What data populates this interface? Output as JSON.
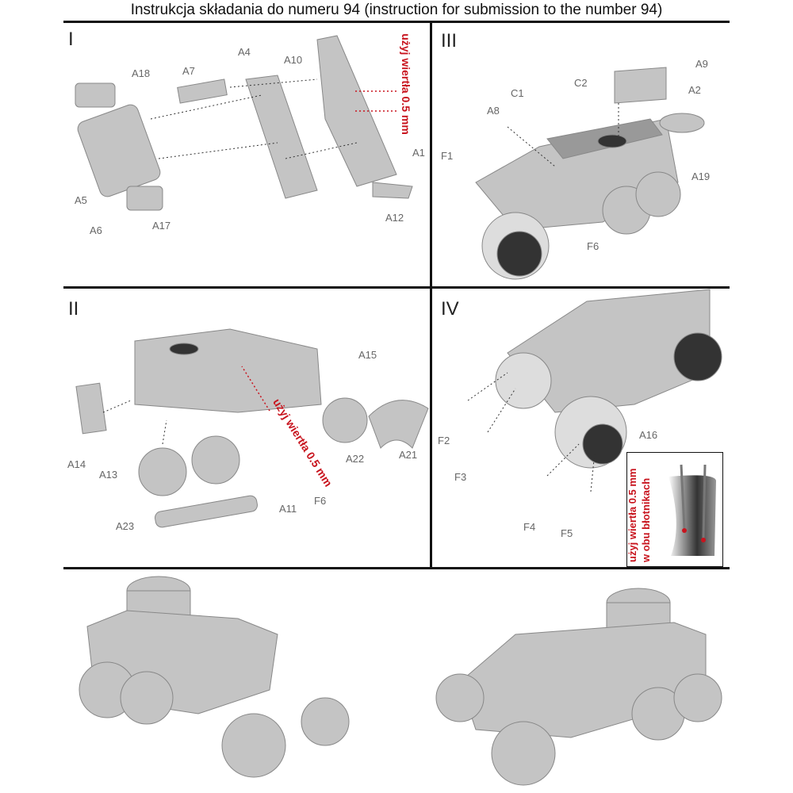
{
  "title": "Instrukcja składania do numeru 94 (instruction for submission to the number 94)",
  "steps": {
    "I": {
      "label": "I",
      "parts": [
        "A18",
        "A7",
        "A4",
        "A10",
        "A1",
        "A5",
        "A6",
        "A17",
        "A12"
      ],
      "note": "użyj wiertła 0.5 mm"
    },
    "III": {
      "label": "III",
      "parts": [
        "A9",
        "A2",
        "C2",
        "C1",
        "A8",
        "F1",
        "A19",
        "F6"
      ]
    },
    "II": {
      "label": "II",
      "parts": [
        "A15",
        "A14",
        "A13",
        "A22",
        "A21",
        "A11",
        "F6",
        "A23"
      ],
      "note": "użyj wiertła 0.5 mm"
    },
    "IV": {
      "label": "IV",
      "parts": [
        "A16",
        "F2",
        "F3",
        "F4",
        "F5"
      ],
      "inset_note_1": "użyj wiertła 0.5 mm",
      "inset_note_2": "w obu błotnikach"
    }
  },
  "colors": {
    "note": "#c8141e",
    "model": "#b9b9b9",
    "lines": "#111111"
  }
}
